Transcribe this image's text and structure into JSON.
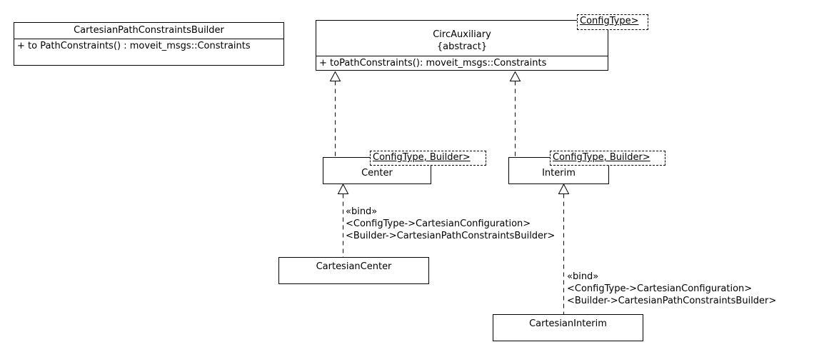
{
  "classes": {
    "builder": {
      "title": "CartesianPathConstraintsBuilder",
      "method": "+ to PathConstraints() : moveit_msgs::Constraints"
    },
    "circ_auxiliary": {
      "title": "CircAuxiliary",
      "stereotype": "{abstract}",
      "method": "+ toPathConstraints(): moveit_msgs::Constraints",
      "template_params": "ConfigType>"
    },
    "center": {
      "title": "Center",
      "template_params": "ConfigType, Builder>"
    },
    "interim": {
      "title": "Interim",
      "template_params": "ConfigType, Builder>"
    },
    "cartesian_center": {
      "title": "CartesianCenter"
    },
    "cartesian_interim": {
      "title": "CartesianInterim"
    }
  },
  "bindings": {
    "center": {
      "stereotype": "«bind»",
      "param1": "<ConfigType->CartesianConfiguration>",
      "param2": "<Builder->CartesianPathConstraintsBuilder>"
    },
    "interim": {
      "stereotype": "«bind»",
      "param1": "<ConfigType->CartesianConfiguration>",
      "param2": "<Builder->CartesianPathConstraintsBuilder>"
    }
  },
  "colors": {
    "line": "#000000",
    "background": "#ffffff",
    "text": "#000000"
  }
}
